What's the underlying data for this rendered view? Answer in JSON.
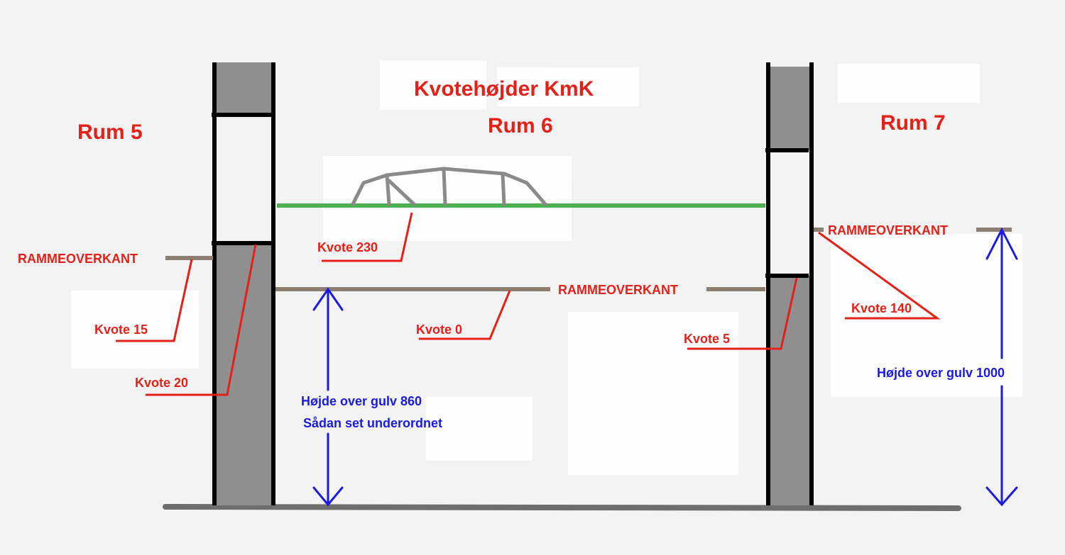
{
  "title": "Kvotehøjder KmK",
  "rooms": {
    "left": "Rum 5",
    "center": "Rum 6",
    "right": "Rum 7"
  },
  "frame_labels": {
    "left": "RAMMEOVERKANT",
    "center": "RAMMEOVERKANT",
    "right": "RAMMEOVERKANT"
  },
  "kvote_labels": {
    "k230": "Kvote 230",
    "k15": "Kvote 15",
    "k20": "Kvote 20",
    "k0": "Kvote 0",
    "k5": "Kvote 5",
    "k140": "Kvote 140"
  },
  "heights": {
    "center_line1": "Højde over gulv 860",
    "center_line2": "Sådan set underordnet",
    "right": "Højde over gulv 1000"
  },
  "colors": {
    "label_red": "#e32119",
    "height_blue": "#1a1ae0",
    "wall_gray": "#8f8f8f",
    "frame_tan": "#8c7f72",
    "layout_green": "#4caf50"
  }
}
